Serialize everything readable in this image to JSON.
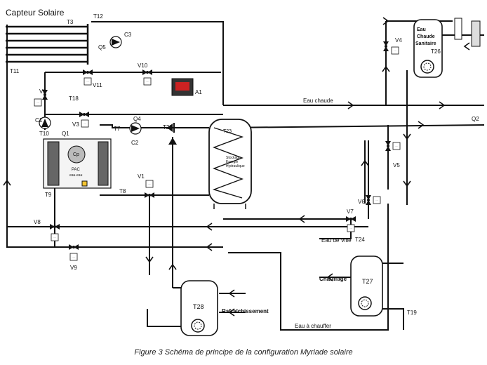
{
  "labels": {
    "capteur": "Capteur Solaire",
    "t3": "T3",
    "t12": "T12",
    "t11": "T11",
    "t18": "T18",
    "t10": "T10",
    "t9": "T9",
    "t7": "T7",
    "t22": "T22",
    "t8": "T8",
    "t23": "T23",
    "t24": "T24",
    "t27": "T27",
    "t28": "T28",
    "t19": "T19",
    "t26": "T26",
    "c1": "C1",
    "c2": "C2",
    "c3": "C3",
    "q1": "Q1",
    "q2": "Q2",
    "q4": "Q4",
    "q5": "Q5",
    "v1": "V1",
    "v2": "V2",
    "v3": "V3",
    "v4": "V4",
    "v5": "V5",
    "v6": "V6",
    "v7": "V7",
    "v8": "V8",
    "v9": "V9",
    "v10": "V10",
    "v11": "V11",
    "a1": "A1",
    "eau_chaude": "Eau chaude",
    "eau_ville": "Eau de Ville",
    "eau_chauffer": "Eau à chauffer",
    "chauffage": "Chauffage",
    "rafraichissement": "Rafraîchissement",
    "ecs_line1": "Eau",
    "ecs_line2": "Chaude",
    "ecs_line3": "Sanitaire",
    "stock_line1": "Stockage",
    "stock_line2": "Energie",
    "stock_line3": "Hydraulique",
    "pac_cp": "Cp",
    "pac_title": "PAC",
    "pac_sub": "eau-eau",
    "caption": "Figure 3 Schéma de principe de la configuration Myriade solaire"
  }
}
